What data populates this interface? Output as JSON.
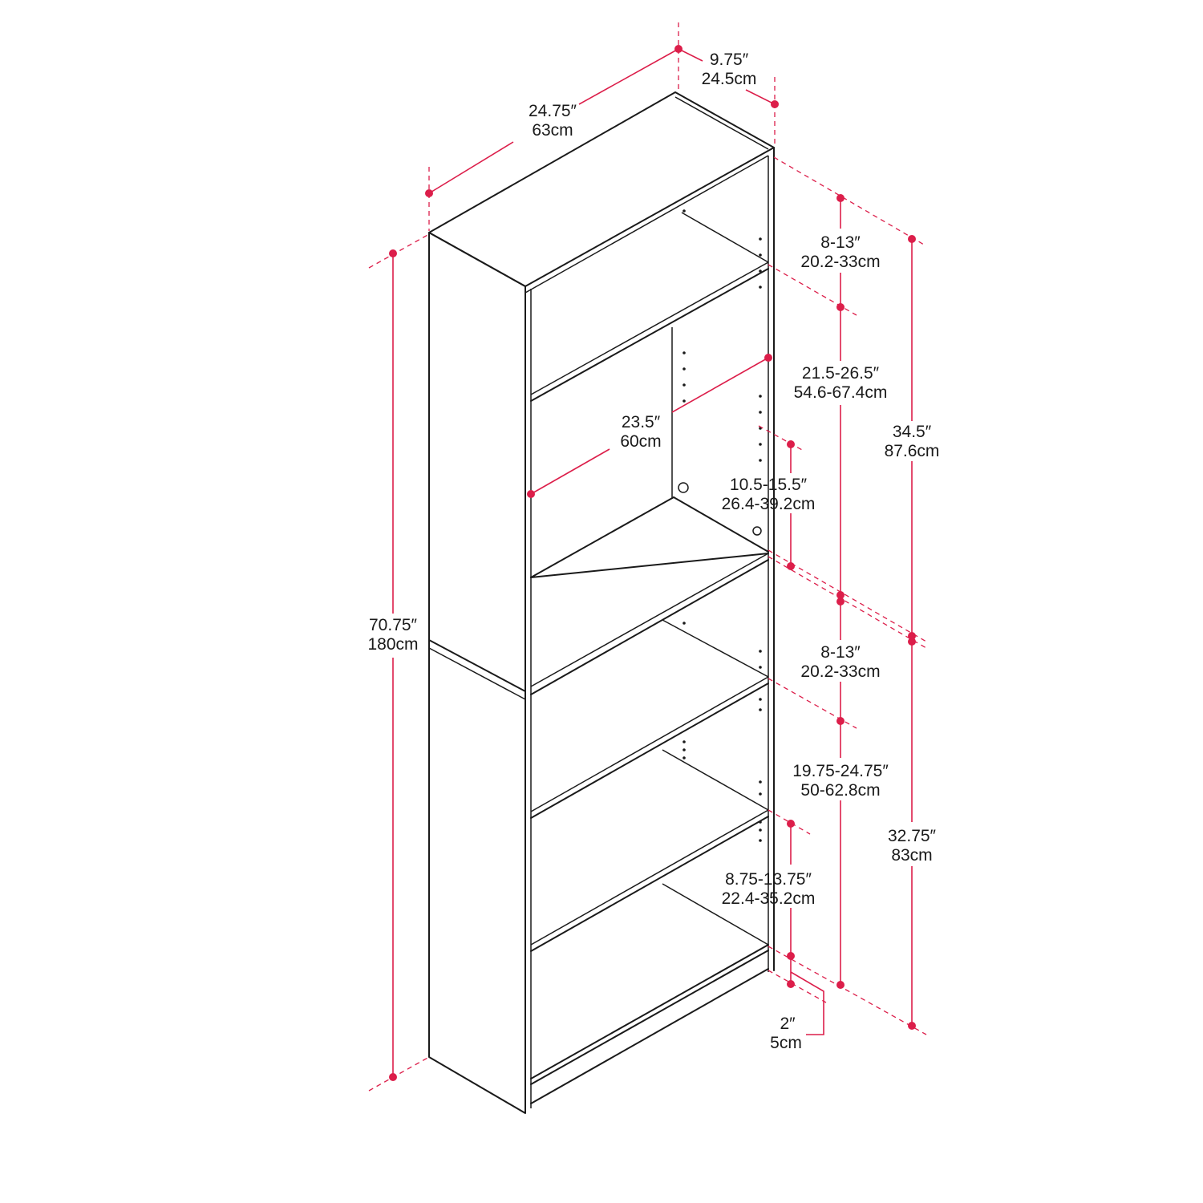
{
  "dimensions": {
    "depth": {
      "imperial": "9.75″",
      "metric": "24.5cm"
    },
    "width": {
      "imperial": "24.75″",
      "metric": "63cm"
    },
    "height": {
      "imperial": "70.75″",
      "metric": "180cm"
    },
    "inner_width": {
      "imperial": "23.5″",
      "metric": "60cm"
    },
    "upper_shelf_1": {
      "imperial": "8-13″",
      "metric": "20.2-33cm"
    },
    "upper_shelf_2": {
      "imperial": "21.5-26.5″",
      "metric": "54.6-67.4cm"
    },
    "upper_shelf_3": {
      "imperial": "10.5-15.5″",
      "metric": "26.4-39.2cm"
    },
    "upper_total": {
      "imperial": "34.5″",
      "metric": "87.6cm"
    },
    "lower_shelf_1": {
      "imperial": "8-13″",
      "metric": "20.2-33cm"
    },
    "lower_shelf_2": {
      "imperial": "19.75-24.75″",
      "metric": "50-62.8cm"
    },
    "lower_shelf_3": {
      "imperial": "8.75-13.75″",
      "metric": "22.4-35.2cm"
    },
    "lower_total": {
      "imperial": "32.75″",
      "metric": "83cm"
    },
    "base_gap": {
      "imperial": "2″",
      "metric": "5cm"
    }
  },
  "colors": {
    "dimension": "#dc1e4a",
    "outline": "#1a1a1a"
  }
}
